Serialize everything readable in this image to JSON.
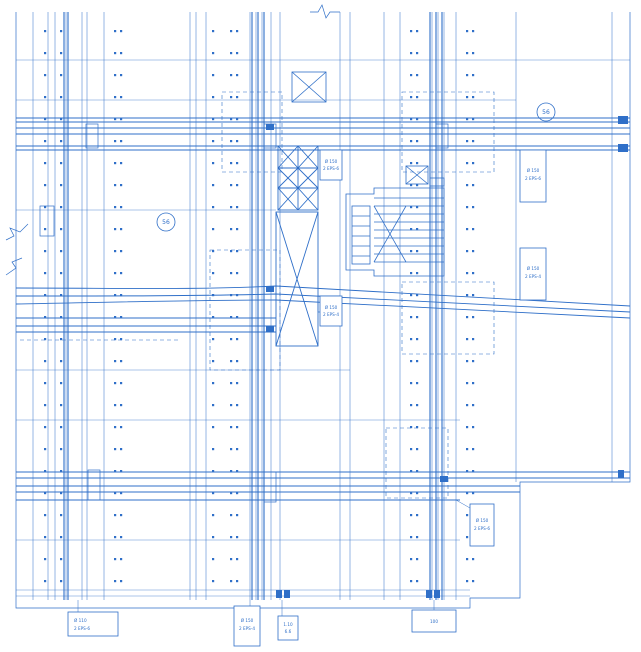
{
  "drawing": {
    "zone_markers": [
      "56",
      "56"
    ],
    "tags": [
      {
        "line1": "Ø 150",
        "line2": "2 EPS-6"
      },
      {
        "line1": "Ø 150",
        "line2": "2 EPS-4"
      },
      {
        "line1": "Ø 150",
        "line2": "2 EPS-6"
      },
      {
        "line1": "Ø 150",
        "line2": "2 EPS-4"
      },
      {
        "line1": "Ø 150",
        "line2": "2 EPS-6"
      },
      {
        "line1": "Ø 110",
        "line2": "2 EPS-6"
      },
      {
        "line1": "Ø 150",
        "line2": "2 EPS-4"
      },
      {
        "line1": "1.10",
        "line2": "6.6"
      },
      {
        "line1": "100",
        "line2": ""
      }
    ]
  }
}
